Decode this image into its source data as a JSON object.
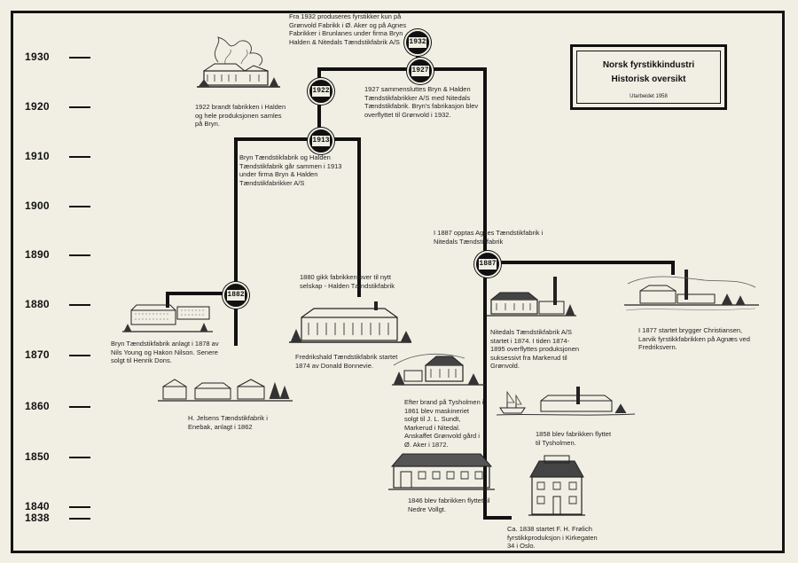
{
  "title": {
    "line1": "Norsk fyrstikkindustri",
    "line2": "Historisk oversikt",
    "line3": "Utarbeidet 1958"
  },
  "years": [
    "1930",
    "1920",
    "1910",
    "1900",
    "1890",
    "1880",
    "1870",
    "1860",
    "1850",
    "1840",
    "1838"
  ],
  "nodes": {
    "n1932": "1932",
    "n1927": "1927",
    "n1922": "1922",
    "n1913": "1913",
    "n1887": "1887",
    "n1882": "1882"
  },
  "captions": {
    "c1932": "Fra 1932 produseres fyrstikker kun på Grønvold Fabrikk i Ø. Aker og på Agnes Fabrikker i Brunlanes under firma Bryn Halden & Nitedals Tændstikfabrik A/S",
    "c1927": "1927 sammensluttes Bryn & Halden Tændstikfabrikker A/S med Nitedals Tændstikfabrik. Bryn's fabrikasjon blev overflyttet til Grønvold i 1932.",
    "c1922": "1922 brandt fabrikken i Halden og hele produksjonen samles på Bryn.",
    "c1913": "Bryn Tændstikfabrik og Halden Tændstikfabrik går sammen i 1913 under firma Bryn & Halden Tændstikfabrikker A/S",
    "c1887": "I 1887 opptas Agnes Tændstikfabrik i Nitedals Tændstikfabrik",
    "c1880": "1880 gikk fabrikken over til nytt selskap - Halden Tændstikfabrik",
    "cBryn": "Bryn Tændstikfabrik anlagt i 1878 av Nils Young og Hakon Nilson. Senere solgt til Henrik Dons.",
    "cFred": "Fredrikshald Tændstikfabrik startet 1874 av Donald Bonnevie.",
    "cNit": "Nitedals Tændstikfabrik A/S startet i 1874. I tiden 1874-1895 overflyttes produksjonen suksessivt fra Markerud til Grønvold.",
    "cAgnes": "I 1877 startet brygger Christiansen, Larvik fyrstikkfabrikken på Agnæs ved Fredriksvern.",
    "cJel": "H. Jelsens Tændstikfabrik i Enebak, anlagt i 1862",
    "cTys": "Efter brand på Tysholmen i 1861 blev maskineriet solgt til J. L. Sundt, Markerud i Nitedal. Anskaffet Grønvold gård i Ø. Aker i 1872.",
    "c1858": "1858 blev fabrikken flyttet til Tysholmen.",
    "c1846": "1846 blev fabrikken flyttet til Nedre Vollgt.",
    "c1838": "Ca. 1838 startet F. H. Frølich fyrstikkproduksjon i Kirkegaten 34 i Oslo."
  },
  "colors": {
    "paper": "#f1efe4",
    "ink": "#111111",
    "frame": "#151515"
  }
}
